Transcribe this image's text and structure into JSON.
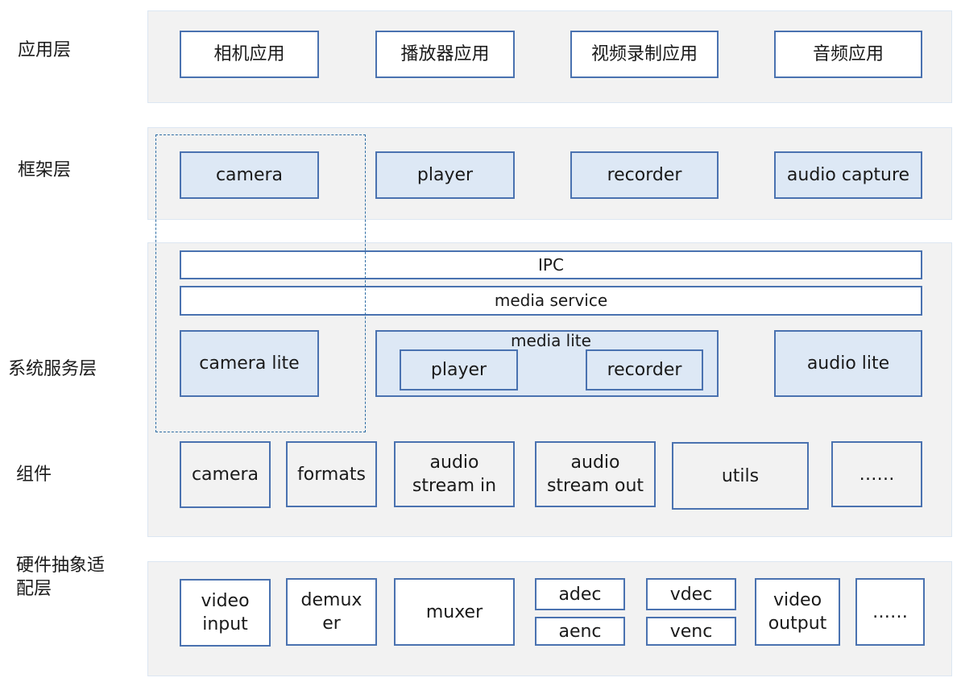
{
  "layers": {
    "app": "应用层",
    "framework": "框架层",
    "service": "系统服务层",
    "component": "组件",
    "hal": "硬件抽象适配层"
  },
  "app_layer": [
    "相机应用",
    "播放器应用",
    "视频录制应用",
    "音频应用"
  ],
  "framework_layer": [
    "camera",
    "player",
    "recorder",
    "audio capture"
  ],
  "service_layer": {
    "ipc": "IPC",
    "media_service": "media service",
    "camera_lite": "camera lite",
    "media_lite": "media lite",
    "media_lite_player": "player",
    "media_lite_recorder": "recorder",
    "audio_lite": "audio lite"
  },
  "component_layer": [
    "camera",
    "formats",
    "audio\nstream in",
    "audio\nstream out",
    "utils",
    "……"
  ],
  "hal_layer": {
    "video_input": "video\ninput",
    "demuxer": "demux\ner",
    "muxer": "muxer",
    "adec": "adec",
    "aenc": "aenc",
    "vdec": "vdec",
    "venc": "venc",
    "video_output": "video\noutput",
    "more": "……"
  }
}
